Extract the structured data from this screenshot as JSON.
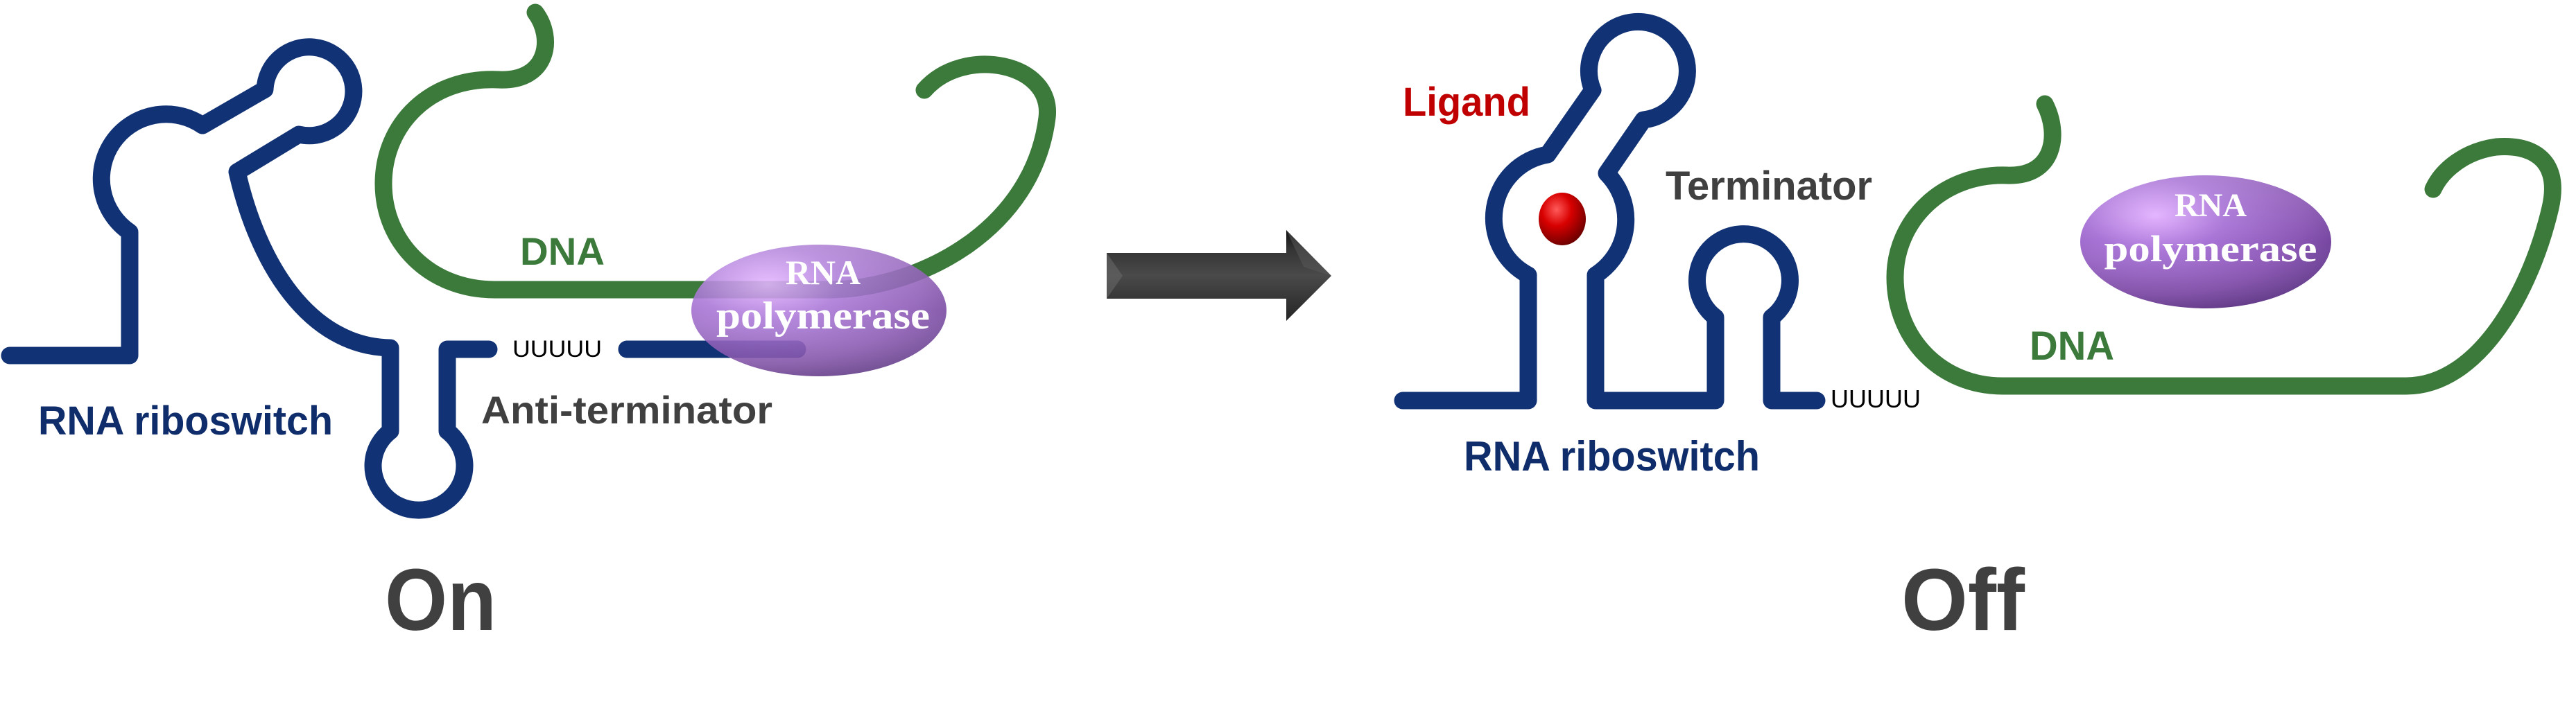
{
  "figure": {
    "title": "Riboswitch transcription control: On vs Off",
    "colors": {
      "rna": "#113275",
      "dna": "#3c7a3b",
      "polymerase": "#9b62c4",
      "ligand": "#c00000",
      "label_gray": "#404040",
      "arrow": "#3a3a3a"
    }
  },
  "on_state": {
    "state_label": "On",
    "riboswitch_label": "RNA riboswitch",
    "dna_label": "DNA",
    "poly_u_label": "UUUUU",
    "structure_label": "Anti-terminator",
    "polymerase": {
      "line1": "RNA",
      "line2": "polymerase"
    }
  },
  "transition": {
    "icon": "right-arrow-icon"
  },
  "off_state": {
    "state_label": "Off",
    "ligand_label": "Ligand",
    "structure_label": "Terminator",
    "poly_u_label": "UUUUU",
    "riboswitch_label": "RNA riboswitch",
    "dna_label": "DNA",
    "polymerase": {
      "line1": "RNA",
      "line2": "polymerase"
    }
  }
}
